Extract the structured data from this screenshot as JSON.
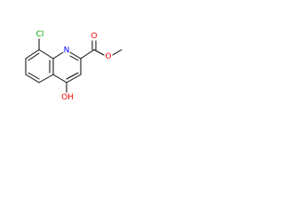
{
  "molecule": {
    "atoms": {
      "chlorine": {
        "label": "Cl"
      },
      "ring_nitrogen": {
        "label": "N"
      },
      "carbonyl_oxygen": {
        "label": "O"
      },
      "ester_oxygen": {
        "label": "O"
      },
      "hydroxyl": {
        "label": "OH"
      }
    },
    "colors": {
      "bond": "#000000",
      "chlorine": "#00a000",
      "nitrogen": "#0000ff",
      "oxygen": "#ff0000"
    }
  }
}
